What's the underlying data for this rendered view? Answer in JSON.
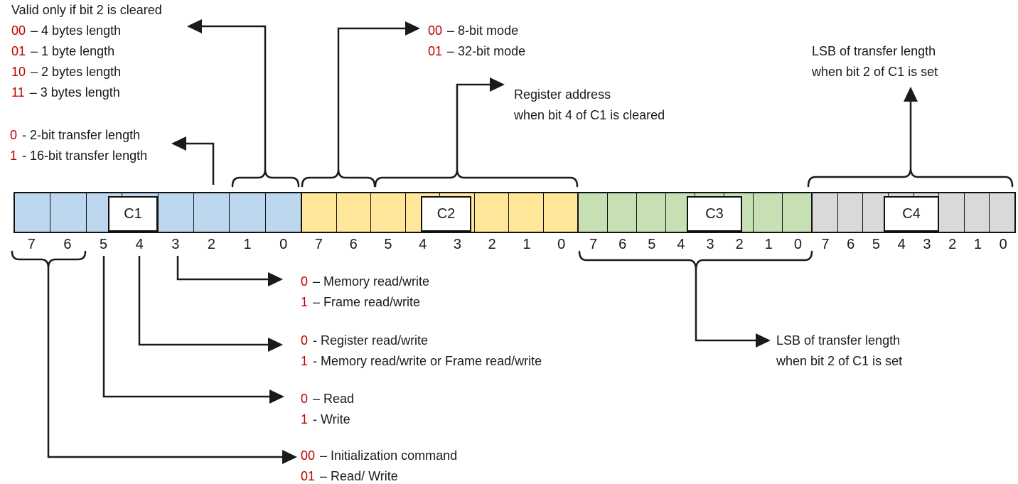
{
  "row": {
    "bit_labels": [
      "7",
      "6",
      "5",
      "4",
      "3",
      "2",
      "1",
      "0"
    ],
    "bytes": [
      {
        "name": "C1",
        "color": "#BDD7EE"
      },
      {
        "name": "C2",
        "color": "#FFE699"
      },
      {
        "name": "C3",
        "color": "#C6E0B4"
      },
      {
        "name": "C4",
        "color": "#D9D9D9"
      }
    ]
  },
  "notes": {
    "valid": {
      "title": "Valid only if bit 2 is cleared",
      "items": [
        {
          "value": "00",
          "label": "– 4 bytes length"
        },
        {
          "value": "01",
          "label": "– 1 byte length"
        },
        {
          "value": "10",
          "label": "– 2 bytes length"
        },
        {
          "value": "11",
          "label": "– 3 bytes length"
        }
      ]
    },
    "transfer": {
      "items": [
        {
          "value": "0",
          "label": "- 2-bit transfer length"
        },
        {
          "value": "1",
          "label": "- 16-bit transfer length"
        }
      ]
    },
    "mode": {
      "items": [
        {
          "value": "00",
          "label": "– 8-bit mode"
        },
        {
          "value": "01",
          "label": "– 32-bit mode"
        }
      ]
    },
    "register_address": {
      "line1": "Register address",
      "line2": "when bit 4 of C1 is cleared"
    },
    "lsb_top": {
      "line1": "LSB of transfer length",
      "line2": "when bit 2 of C1 is set"
    },
    "memory_frame": {
      "items": [
        {
          "value": "0",
          "label": "– Memory read/write"
        },
        {
          "value": "1",
          "label": "– Frame read/write"
        }
      ]
    },
    "register_memory": {
      "items": [
        {
          "value": "0",
          "label": "- Register read/write"
        },
        {
          "value": "1",
          "label": "- Memory read/write or Frame read/write"
        }
      ]
    },
    "read_write": {
      "items": [
        {
          "value": "0",
          "label": "– Read"
        },
        {
          "value": "1",
          "label": "- Write"
        }
      ]
    },
    "init": {
      "items": [
        {
          "value": "00",
          "label": "– Initialization command"
        },
        {
          "value": "01",
          "label": "– Read/ Write"
        }
      ]
    },
    "lsb_bottom": {
      "line1": "LSB of transfer length",
      "line2": "when bit 2 of C1 is set"
    }
  },
  "colors": {
    "bit_value_red": "#C00000",
    "line_black": "#1A1A1A",
    "byte_c1_blue": "#BDD7EE",
    "byte_c2_yellow": "#FFE699",
    "byte_c3_green": "#C6E0B4",
    "byte_c4_gray": "#D9D9D9"
  }
}
